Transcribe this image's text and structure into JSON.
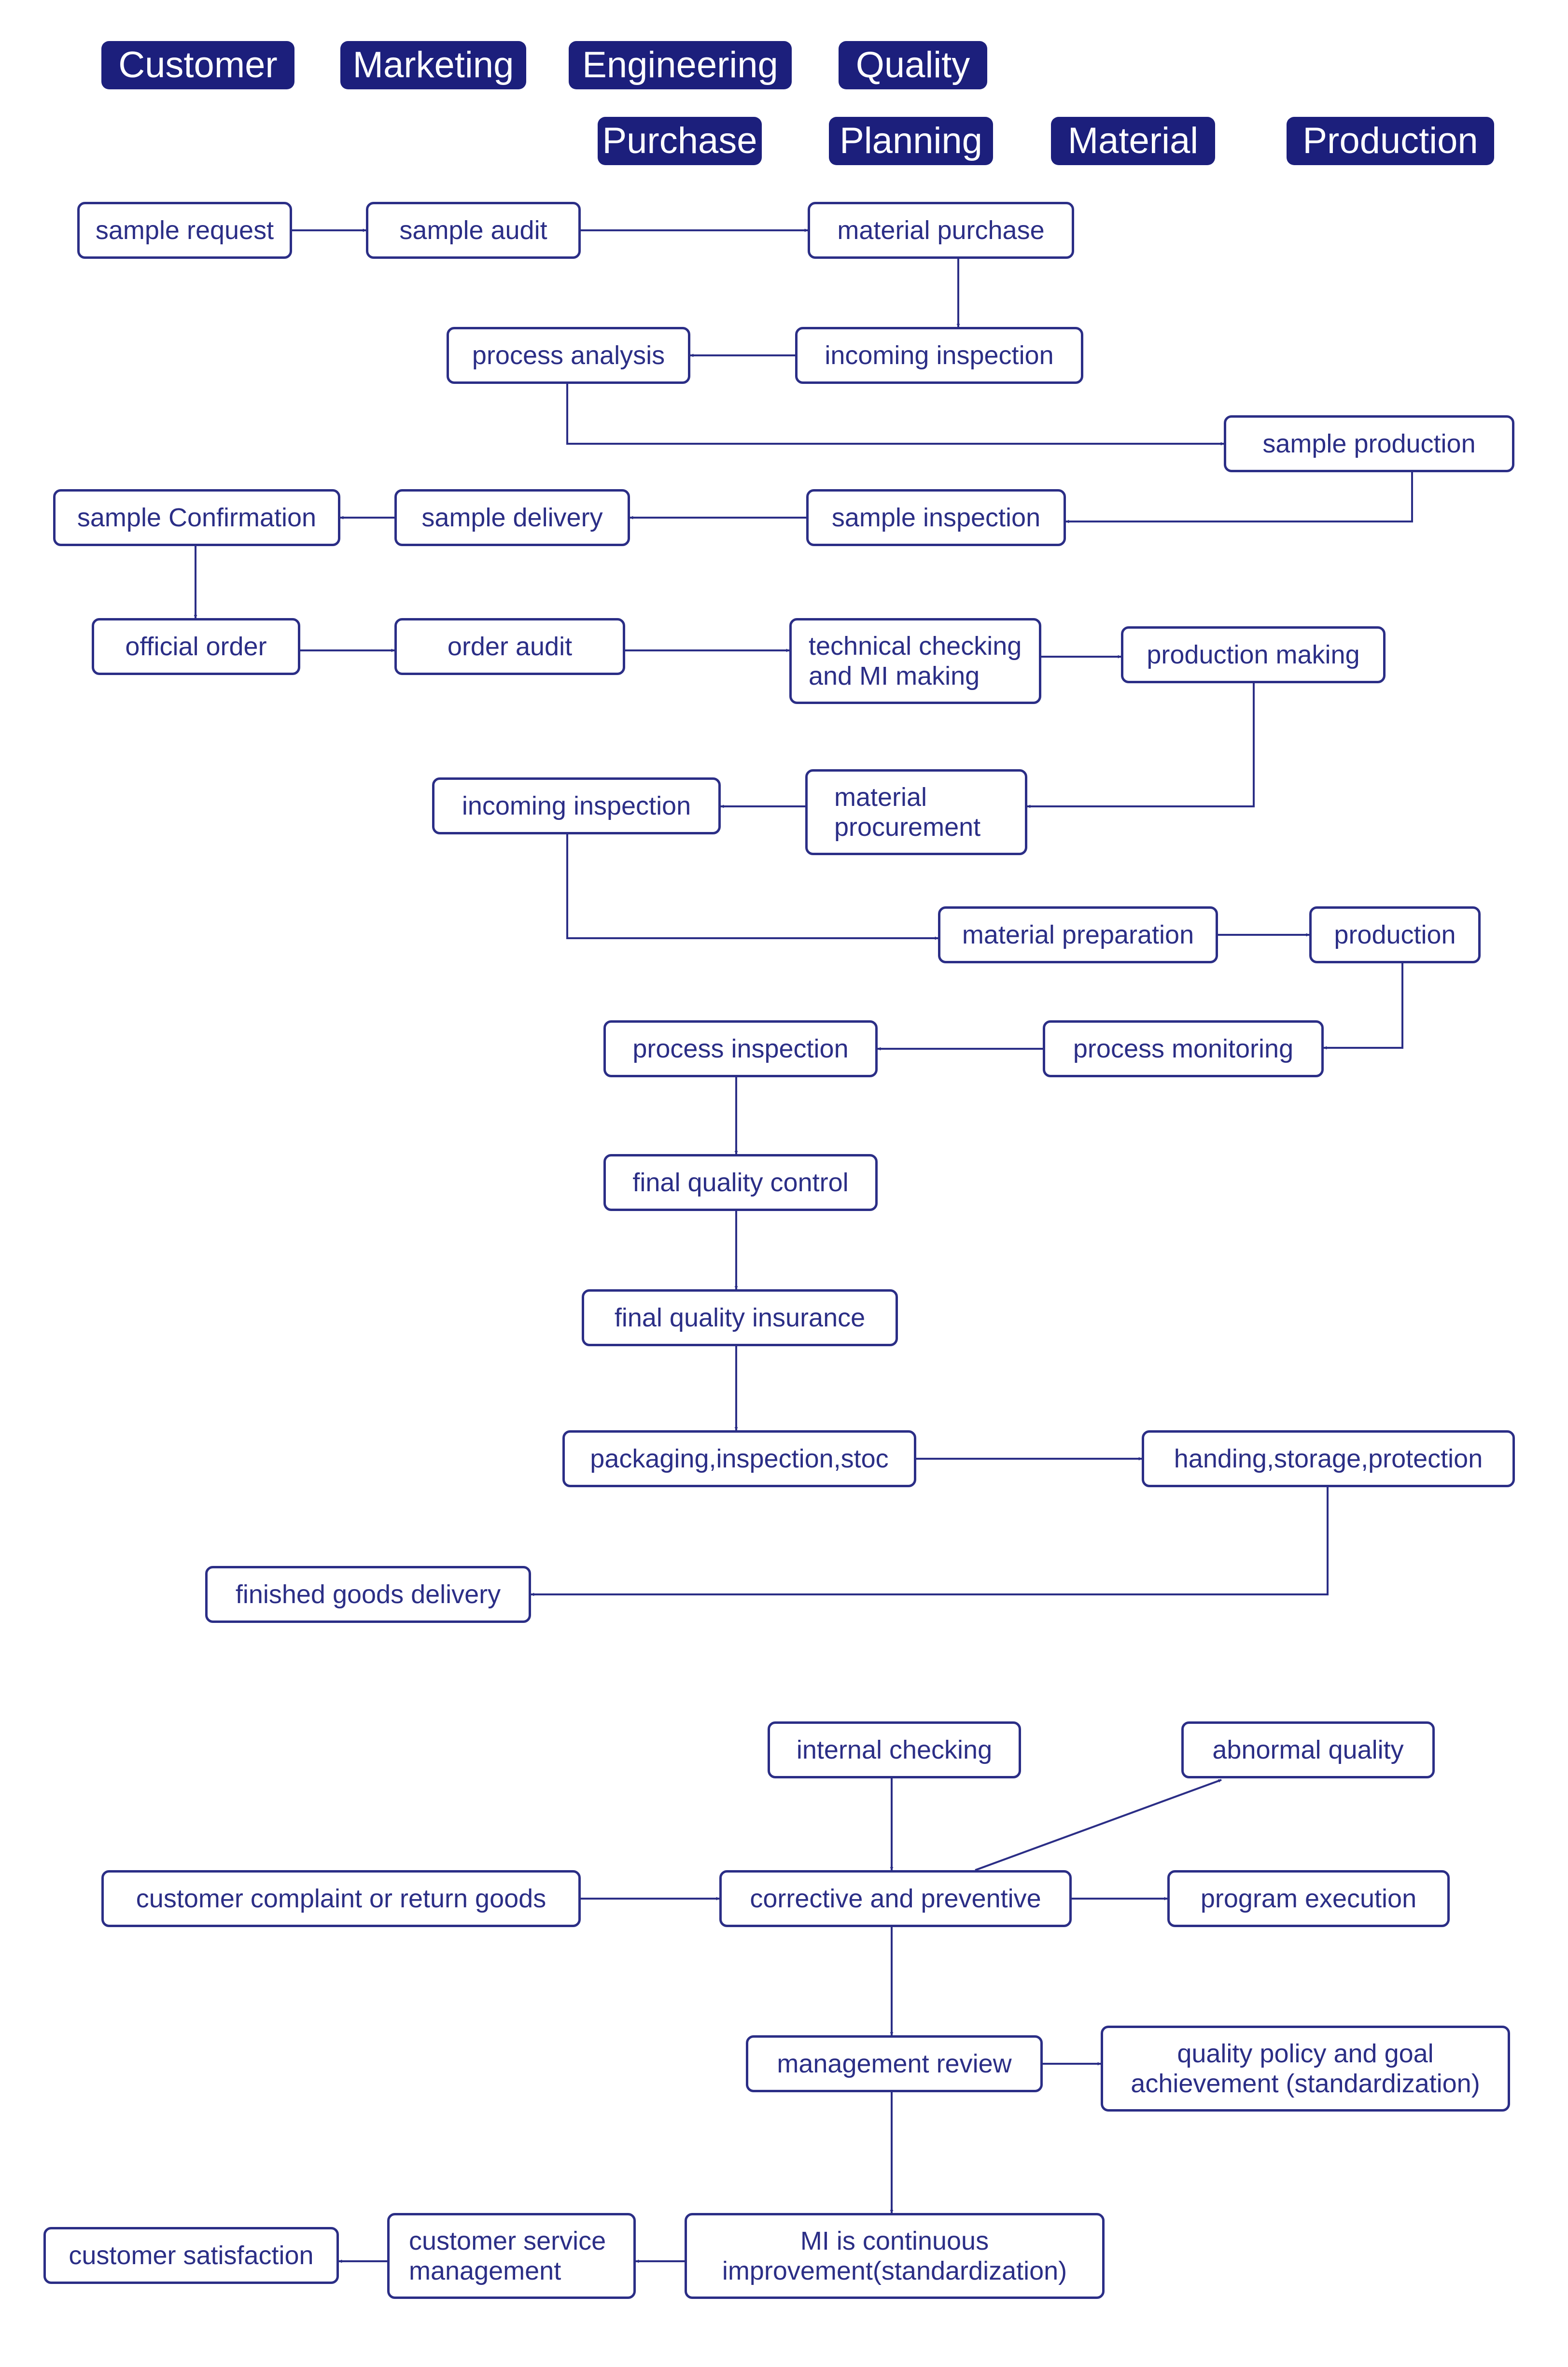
{
  "colors": {
    "tag_fill": "#1c1f7c",
    "node_stroke": "#2b2e86",
    "text": "#2b2e86"
  },
  "departments": [
    {
      "id": "customer",
      "label": "Customer"
    },
    {
      "id": "marketing",
      "label": "Marketing"
    },
    {
      "id": "engineering",
      "label": "Engineering"
    },
    {
      "id": "quality",
      "label": "Quality"
    },
    {
      "id": "purchase",
      "label": "Purchase"
    },
    {
      "id": "planning",
      "label": "Planning"
    },
    {
      "id": "material",
      "label": "Material"
    },
    {
      "id": "production",
      "label": "Production"
    }
  ],
  "nodes": [
    {
      "id": "n1",
      "label": "sample request"
    },
    {
      "id": "n2",
      "label": "sample audit"
    },
    {
      "id": "n3",
      "label": "material purchase"
    },
    {
      "id": "n4",
      "label": "incoming inspection"
    },
    {
      "id": "n5",
      "label": "process analysis"
    },
    {
      "id": "n6",
      "label": "sample production"
    },
    {
      "id": "n7",
      "label": "sample inspection"
    },
    {
      "id": "n8",
      "label": "sample delivery"
    },
    {
      "id": "n9",
      "label": "sample Confirmation"
    },
    {
      "id": "n10",
      "label": "official order"
    },
    {
      "id": "n11",
      "label": "order audit"
    },
    {
      "id": "n12",
      "label": "technical checking\nand MI making"
    },
    {
      "id": "n13",
      "label": "production making"
    },
    {
      "id": "n14",
      "label": "material\nprocurement"
    },
    {
      "id": "n15",
      "label": "incoming inspection"
    },
    {
      "id": "n16",
      "label": "material preparation"
    },
    {
      "id": "n17",
      "label": "production"
    },
    {
      "id": "n18",
      "label": "process monitoring"
    },
    {
      "id": "n19",
      "label": "process inspection"
    },
    {
      "id": "n20",
      "label": "final quality control"
    },
    {
      "id": "n21",
      "label": "final quality insurance"
    },
    {
      "id": "n22",
      "label": "packaging,inspection,stoc"
    },
    {
      "id": "n23",
      "label": "handing,storage,protection"
    },
    {
      "id": "n24",
      "label": "finished goods delivery"
    },
    {
      "id": "n25",
      "label": "internal checking"
    },
    {
      "id": "n26",
      "label": "abnormal quality"
    },
    {
      "id": "n27",
      "label": "customer complaint or return goods"
    },
    {
      "id": "n28",
      "label": "corrective and preventive"
    },
    {
      "id": "n29",
      "label": "program execution"
    },
    {
      "id": "n30",
      "label": "management review"
    },
    {
      "id": "n31",
      "label": "quality policy and goal\nachievement (standardization)"
    },
    {
      "id": "n32",
      "label": "MI is continuous\nimprovement(standardization)"
    },
    {
      "id": "n33",
      "label": "customer service\nmanagement"
    },
    {
      "id": "n34",
      "label": "customer satisfaction"
    }
  ],
  "edges": [
    {
      "from": "n1",
      "to": "n2"
    },
    {
      "from": "n2",
      "to": "n3"
    },
    {
      "from": "n3",
      "to": "n4"
    },
    {
      "from": "n4",
      "to": "n5"
    },
    {
      "from": "n5",
      "to": "n6"
    },
    {
      "from": "n6",
      "to": "n7"
    },
    {
      "from": "n7",
      "to": "n8"
    },
    {
      "from": "n8",
      "to": "n9"
    },
    {
      "from": "n9",
      "to": "n10"
    },
    {
      "from": "n10",
      "to": "n11"
    },
    {
      "from": "n11",
      "to": "n12"
    },
    {
      "from": "n12",
      "to": "n13"
    },
    {
      "from": "n13",
      "to": "n14"
    },
    {
      "from": "n14",
      "to": "n15"
    },
    {
      "from": "n15",
      "to": "n16"
    },
    {
      "from": "n16",
      "to": "n17"
    },
    {
      "from": "n17",
      "to": "n18"
    },
    {
      "from": "n18",
      "to": "n19"
    },
    {
      "from": "n19",
      "to": "n20"
    },
    {
      "from": "n20",
      "to": "n21"
    },
    {
      "from": "n21",
      "to": "n22"
    },
    {
      "from": "n22",
      "to": "n23"
    },
    {
      "from": "n23",
      "to": "n24"
    },
    {
      "from": "n25",
      "to": "n28"
    },
    {
      "from": "n28",
      "to": "n26"
    },
    {
      "from": "n27",
      "to": "n28"
    },
    {
      "from": "n28",
      "to": "n29"
    },
    {
      "from": "n28",
      "to": "n30"
    },
    {
      "from": "n30",
      "to": "n31"
    },
    {
      "from": "n30",
      "to": "n32"
    },
    {
      "from": "n32",
      "to": "n33"
    },
    {
      "from": "n33",
      "to": "n34"
    }
  ]
}
